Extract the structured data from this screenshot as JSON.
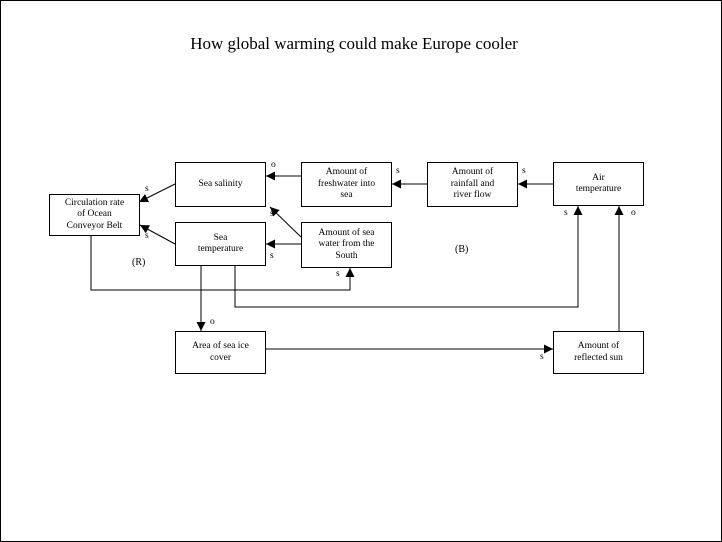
{
  "title": "How global warming could make Europe cooler",
  "nodes": {
    "circulation": "Circulation rate\nof Ocean\nConveyor Belt",
    "sea_salinity": "Sea salinity",
    "sea_temperature": "Sea\ntemperature",
    "freshwater": "Amount of\nfreshwater into\nsea",
    "sea_water_south": "Amount of sea\nwater from the\nSouth",
    "rainfall": "Amount of\nrainfall and\nriver flow",
    "air_temperature": "Air\ntemperature",
    "sea_ice": "Area of sea ice\ncover",
    "reflected_sun": "Amount of\nreflected sun"
  },
  "polarity_labels": {
    "salinity_to_circulation": "s",
    "temperature_to_circulation": "s",
    "freshwater_to_salinity": "o",
    "rainfall_to_freshwater": "s",
    "air_to_rainfall": "s",
    "south_to_salinity": "s",
    "south_to_temperature": "s",
    "circulation_to_south": "s",
    "temperature_to_sea_ice": "o",
    "sea_ice_to_reflected": "s",
    "temperature_to_air": "s",
    "reflected_to_air": "o"
  },
  "loop_labels": {
    "reinforcing": "(R)",
    "balancing": "(B)"
  }
}
